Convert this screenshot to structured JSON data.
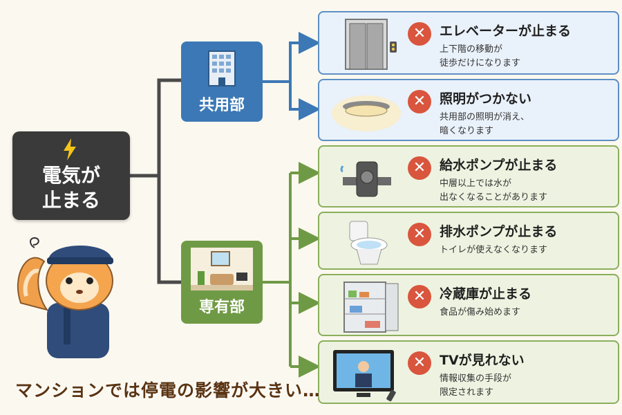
{
  "source": {
    "title": "電気が\n止まる",
    "icon": "lightning-icon",
    "color": "#3a3a3a"
  },
  "categories": [
    {
      "id": "common",
      "label": "共用部",
      "icon": "apartment-building-icon",
      "color": "#3c78b5"
    },
    {
      "id": "private",
      "label": "専有部",
      "icon": "living-room-icon",
      "color": "#6f9a45"
    }
  ],
  "cards": [
    {
      "id": "elevator",
      "group": "common",
      "icon": "elevator-icon",
      "title": "エレベーターが止まる",
      "desc": "上下階の移動が\n徒歩だけになります"
    },
    {
      "id": "lighting",
      "group": "common",
      "icon": "ceiling-light-icon",
      "title": "照明がつかない",
      "desc": "共用部の照明が消え、\n暗くなります"
    },
    {
      "id": "water-pump",
      "group": "private",
      "icon": "water-pump-icon",
      "title": "給水ポンプが止まる",
      "desc": "中層以上では水が\n出なくなることがあります"
    },
    {
      "id": "drain-pump",
      "group": "private",
      "icon": "toilet-icon",
      "title": "排水ポンプが止まる",
      "desc": "トイレが使えなくなります"
    },
    {
      "id": "fridge",
      "group": "private",
      "icon": "refrigerator-icon",
      "title": "冷蔵庫が止まる",
      "desc": "食品が傷み始めます"
    },
    {
      "id": "tv",
      "group": "private",
      "icon": "television-icon",
      "title": "TVが見れない",
      "desc": "情報収集の手段が\n限定されます"
    }
  ],
  "mark_icon": "x-mark-icon",
  "caption": "マンションでは停電の影響が大きい…",
  "colors": {
    "common": "#3c78b5",
    "private": "#6f9a45",
    "x": "#d9553d",
    "background": "#fbf8ef"
  }
}
